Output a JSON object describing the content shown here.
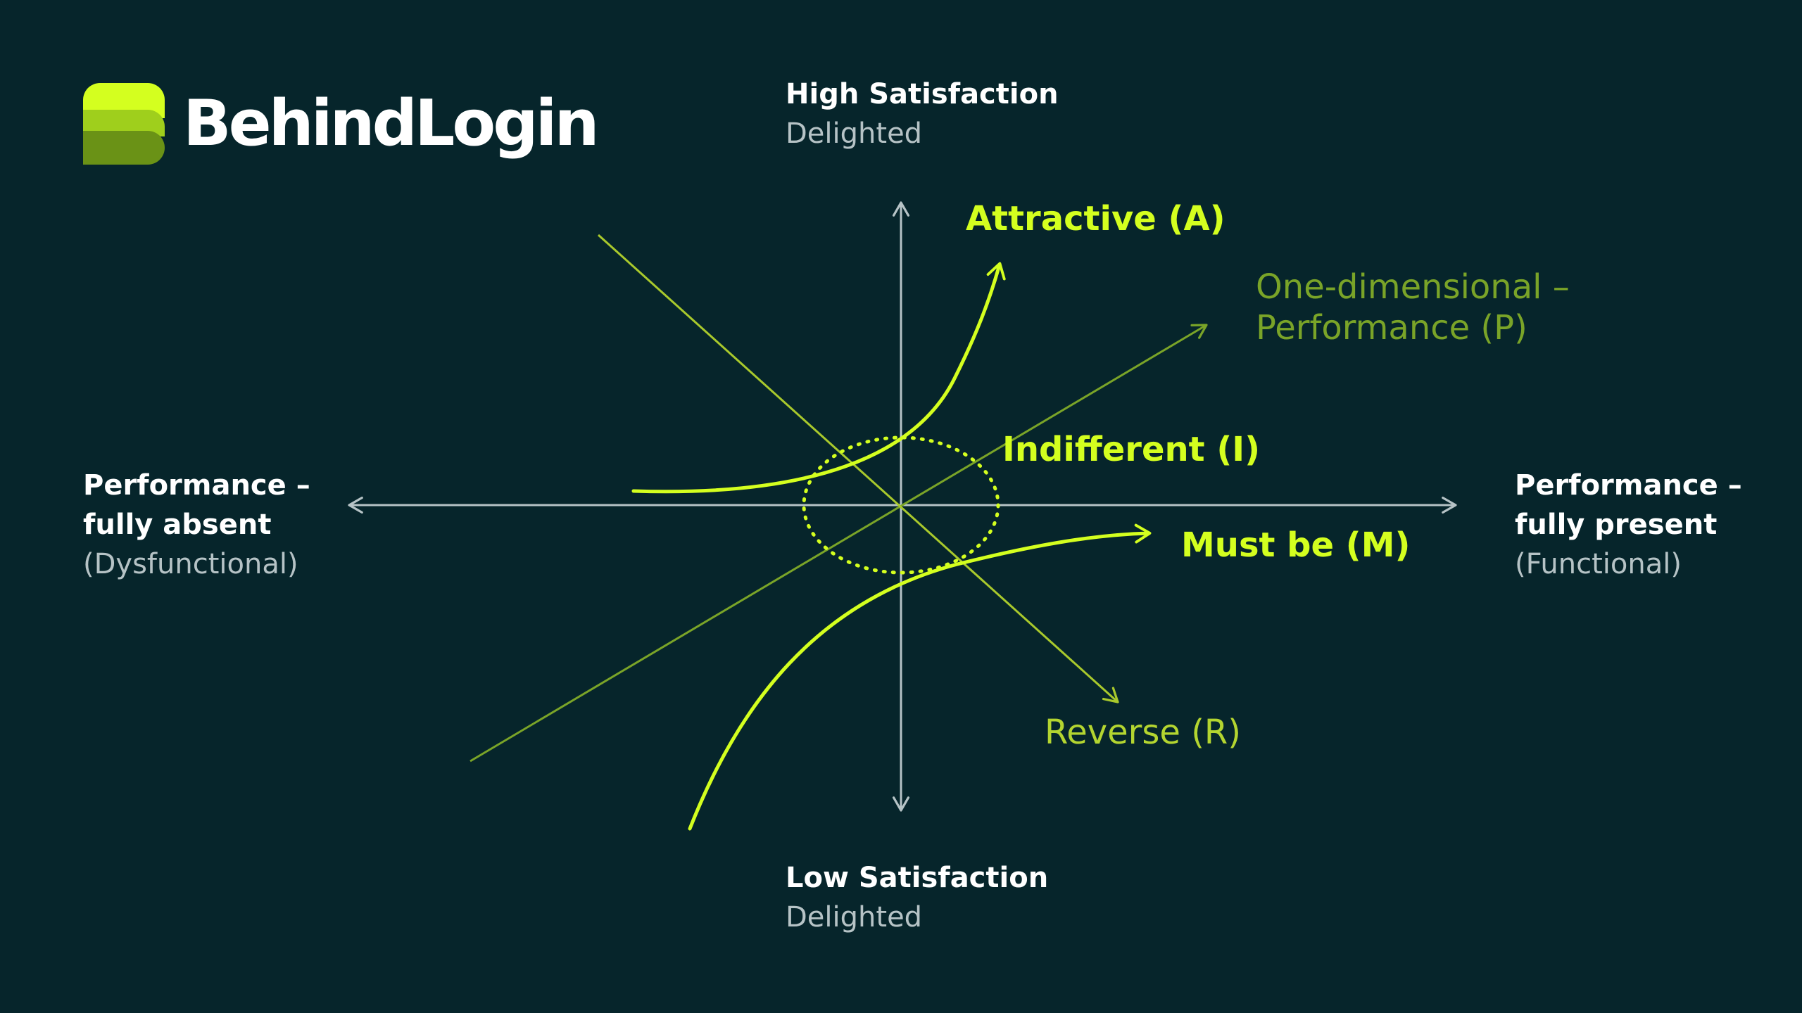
{
  "brand": {
    "name": "BehindLogin",
    "colors": {
      "mark_top": "#d4ff1f",
      "mark_mid": "#9fcf1c",
      "mark_bottom": "#6a9216"
    }
  },
  "colors": {
    "background": "#06252b",
    "axis": "#b6c3c6",
    "lime": "#d4ff1f",
    "olive": "#7aa428",
    "reverse_line": "#a9c92c"
  },
  "axes": {
    "top": {
      "title": "High Satisfaction",
      "subtitle": "Delighted"
    },
    "bottom": {
      "title": "Low Satisfaction",
      "subtitle": "Delighted"
    },
    "left": {
      "line1": "Performance –",
      "line2": "fully absent",
      "line3": "(Dysfunctional)"
    },
    "right": {
      "line1": "Performance –",
      "line2": "fully present",
      "line3": "(Functional)"
    }
  },
  "curves": {
    "attractive": "Attractive (A)",
    "one_dimensional_line1": "One-dimensional –",
    "one_dimensional_line2": "Performance (P)",
    "indifferent": "Indifferent (I)",
    "must_be": "Must be (M)",
    "reverse": "Reverse (R)"
  }
}
